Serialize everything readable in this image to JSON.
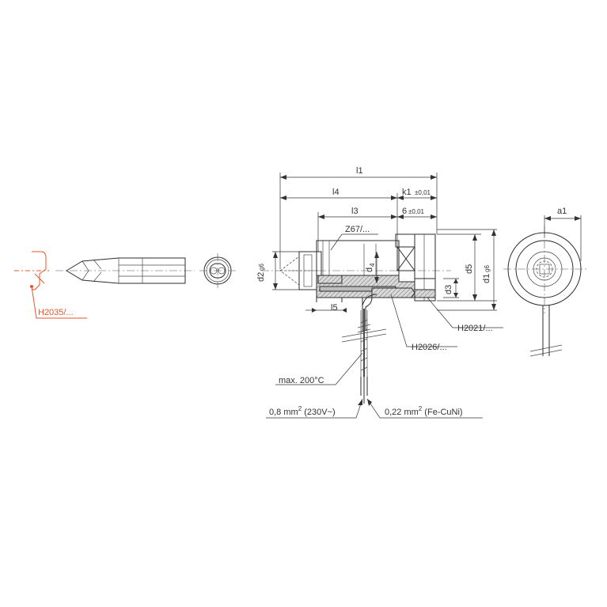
{
  "labels": {
    "l1": "l1",
    "l4": "l4",
    "l3": "l3",
    "k1": "k1",
    "k1_tol": "±0,01",
    "six": "6",
    "six_tol": "±0,01",
    "z67": "Z67/...",
    "d2": "d2",
    "d2_tol": "g6",
    "d4": "d",
    "d4_sub": "4",
    "d5": "d5",
    "d1": "d1",
    "d1_tol": "g6",
    "d3": "d3",
    "l5": "l5",
    "h2021": "H2021/...",
    "h2026": "H2026/...",
    "h2035": "H2035/...",
    "max_temp": "max. 200°C",
    "wire_08": "0,8 mm",
    "wire_08_sup": "2",
    "wire_08_suffix": " (230V~)",
    "wire_022": "0,22 mm",
    "wire_022_sup": "2",
    "wire_022_suffix": " (Fe-CuNi)",
    "a1": "a1"
  },
  "colors": {
    "line": "#2b2b2b",
    "accent": "#e8542a"
  }
}
